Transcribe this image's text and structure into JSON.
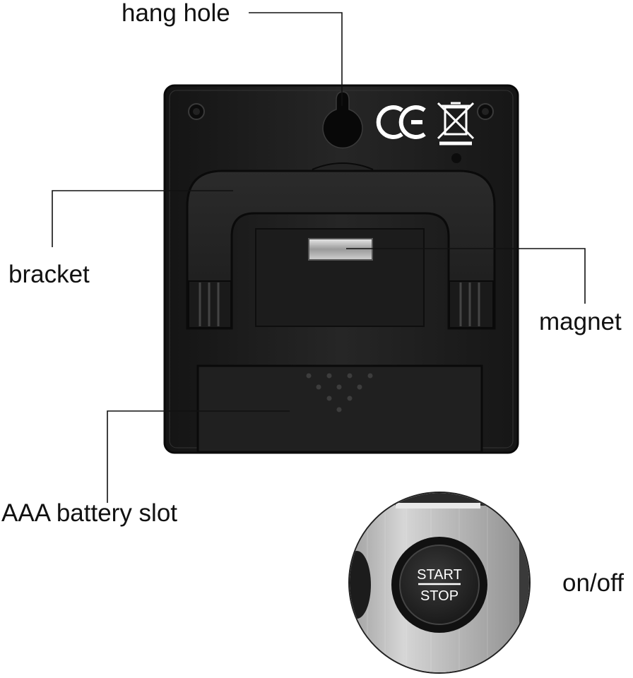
{
  "labels": {
    "hang_hole": "hang hole",
    "bracket": "bracket",
    "magnet": "magnet",
    "battery_slot": "AAA battery slot",
    "on_off": "on/off"
  },
  "button": {
    "top_text": "START",
    "bottom_text": "STOP"
  },
  "marks": {
    "ce": "CE"
  },
  "icons": {
    "hang_hole": "keyhole-icon",
    "ce_mark": "ce-mark-icon",
    "weee": "crossed-bin-icon",
    "screw": "screw-icon"
  },
  "colors": {
    "device_body": "#1e1e1e",
    "device_edge": "#0d0d0d",
    "text": "#111111",
    "brushed_metal": "#c8c8c8",
    "button": "#2a2a2a"
  }
}
